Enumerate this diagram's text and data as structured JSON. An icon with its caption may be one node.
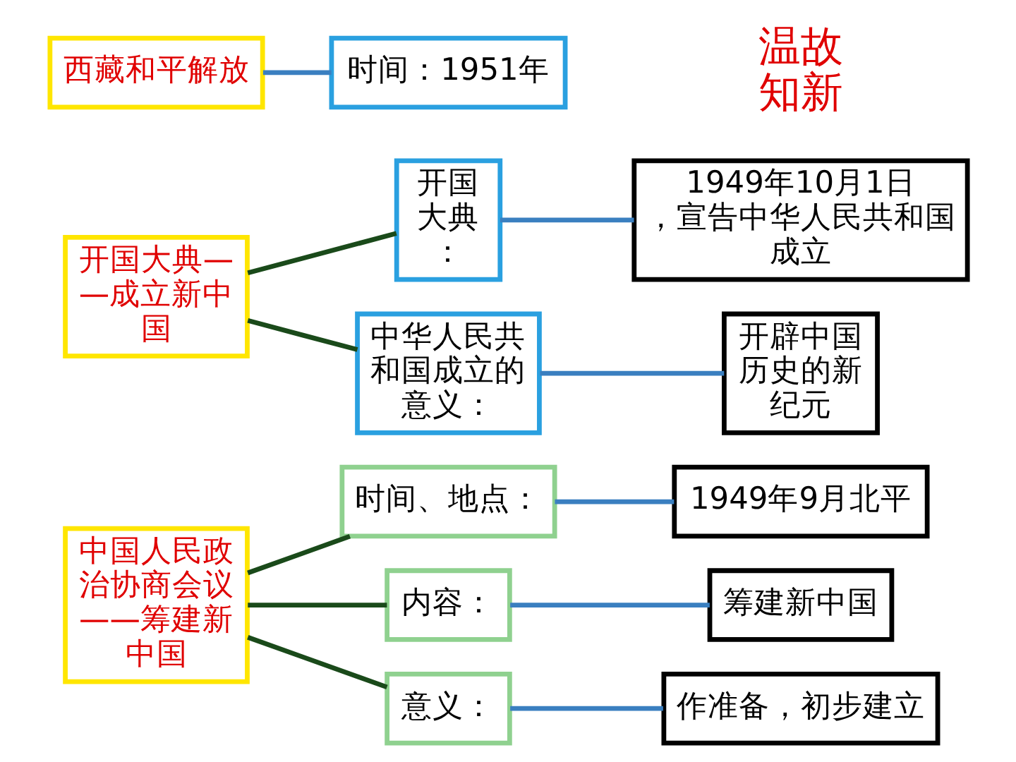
{
  "diagram": {
    "nodes": [
      {
        "text": [
          "中国人民政治协商会议——筹建新中国"
        ]
      },
      {
        "text": [
          "时间、地点："
        ]
      },
      {
        "text": [
          "1949年9月北平"
        ]
      },
      {
        "text": [
          "内容："
        ]
      },
      {
        "text": [
          "筹建新中国"
        ]
      },
      {
        "text": [
          "意义："
        ]
      },
      {
        "text": [
          "作准备，初步建立"
        ]
      },
      {
        "text": [
          "开国大典——成立新中国"
        ]
      },
      {
        "text": [
          "开国大典："
        ]
      },
      {
        "text": [
          "1949年10月1日，宣告中华人民共和国成立"
        ]
      },
      {
        "text": [
          "中华人民共和国成立的意义："
        ]
      },
      {
        "text": [
          "开辟中国历史的新纪元"
        ]
      },
      {
        "text": [
          "西藏和平解放"
        ]
      },
      {
        "text": [
          "时间：1951年"
        ]
      }
    ],
    "edges": [
      {
        "from": 0,
        "to": 1,
        "arrow": "none",
        "color": "#1a4a1a"
      },
      {
        "from": 0,
        "to": 3,
        "arrow": "none",
        "color": "#1a4a1a"
      },
      {
        "from": 0,
        "to": 5,
        "arrow": "none",
        "color": "#1a4a1a"
      },
      {
        "from": 1,
        "to": 2,
        "arrow": "none"
      },
      {
        "from": 3,
        "to": 4,
        "arrow": "none"
      },
      {
        "from": 5,
        "to": 6,
        "arrow": "none"
      },
      {
        "from": 7,
        "to": 8,
        "arrow": "none",
        "color": "#1a4a1a"
      },
      {
        "from": 7,
        "to": 10,
        "arrow": "none",
        "color": "#1a4a1a"
      },
      {
        "from": 8,
        "to": 9,
        "arrow": "none"
      },
      {
        "from": 10,
        "to": 11,
        "arrow": "none"
      },
      {
        "from": 12,
        "to": 13,
        "arrow": "none"
      }
    ],
    "labels": [
      "温故知新"
    ]
  }
}
